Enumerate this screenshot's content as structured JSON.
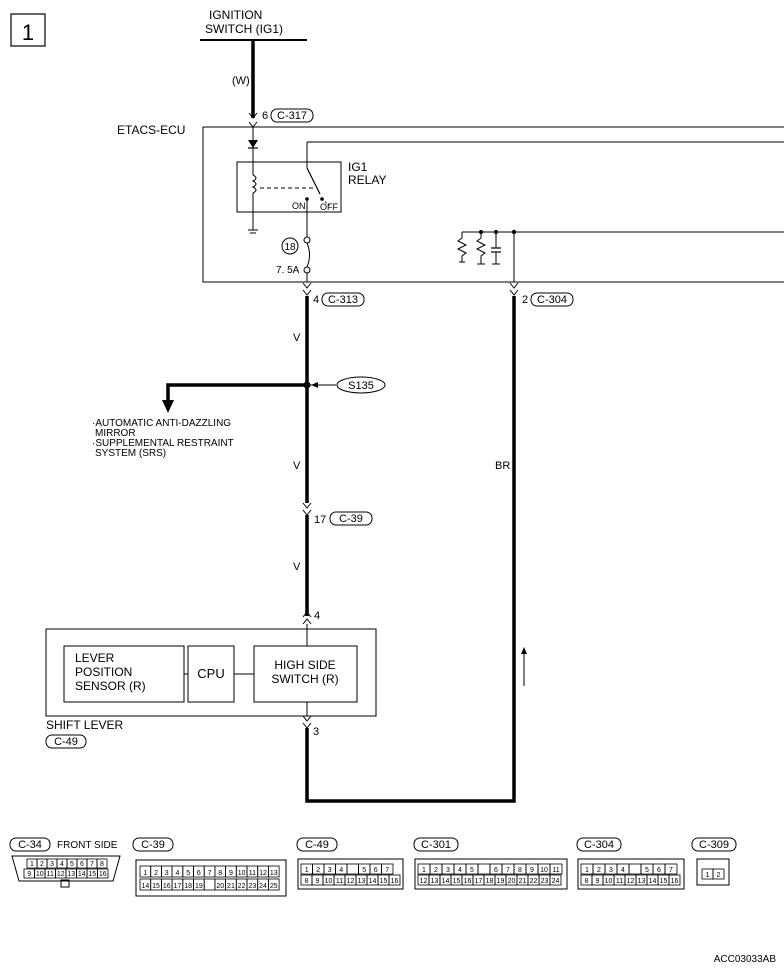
{
  "page_number": "1",
  "ignition_switch": {
    "line1": "IGNITION",
    "line2": "SWITCH (IG1)"
  },
  "wire_colors": {
    "top": "(W)",
    "v1": "V",
    "v2": "V",
    "v3": "V",
    "br": "BR"
  },
  "etacs": {
    "label": "ETACS-ECU"
  },
  "ig1_relay": {
    "line1": "IG1",
    "line2": "RELAY",
    "on": "ON",
    "off": "OFF"
  },
  "fuse": {
    "number": "18",
    "rating": "7. 5A"
  },
  "connector_refs": {
    "c317": {
      "pin": "6",
      "name": "C-317"
    },
    "c313": {
      "pin": "4",
      "name": "C-313"
    },
    "c304": {
      "pin": "2",
      "name": "C-304"
    },
    "c39": {
      "pin": "17",
      "name": "C-39"
    },
    "shift_in": {
      "pin": "4"
    },
    "shift_out": {
      "pin": "3"
    }
  },
  "splice": {
    "name": "S135"
  },
  "branch_targets": {
    "l1": "·AUTOMATIC ANTI-DAZZLING",
    "l2": "MIRROR",
    "l3": "·SUPPLEMENTAL RESTRAINT",
    "l4": "SYSTEM (SRS)"
  },
  "shift_lever": {
    "label": "SHIFT LEVER",
    "connector": "C-49",
    "lever_sensor": {
      "l1": "LEVER",
      "l2": "POSITION",
      "l3": "SENSOR (R)"
    },
    "cpu": "CPU",
    "high_side": {
      "l1": "HIGH SIDE",
      "l2": "SWITCH (R)"
    }
  },
  "connector_views": {
    "c34": {
      "name": "C-34",
      "note": "FRONT SIDE",
      "row1": [
        "1",
        "2",
        "3",
        "4",
        "5",
        "6",
        "7",
        "8"
      ],
      "row2": [
        "9",
        "10",
        "11",
        "12",
        "13",
        "14",
        "15",
        "16"
      ]
    },
    "c39": {
      "name": "C-39",
      "row1": [
        "1",
        "2",
        "3",
        "4",
        "5",
        "6",
        "7",
        "8",
        "9",
        "10",
        "11",
        "12",
        "13"
      ],
      "row2": [
        "14",
        "15",
        "16",
        "17",
        "18",
        "19",
        "",
        "20",
        "21",
        "22",
        "23",
        "24",
        "25"
      ]
    },
    "c49": {
      "name": "C-49",
      "row1": [
        "1",
        "2",
        "3",
        "4",
        "",
        "5",
        "6",
        "7"
      ],
      "row2": [
        "8",
        "9",
        "10",
        "11",
        "12",
        "13",
        "14",
        "15",
        "16"
      ]
    },
    "c301": {
      "name": "C-301",
      "row1": [
        "1",
        "2",
        "3",
        "4",
        "5",
        "",
        "6",
        "7",
        "8",
        "9",
        "10",
        "11"
      ],
      "row2": [
        "12",
        "13",
        "14",
        "15",
        "16",
        "17",
        "18",
        "19",
        "20",
        "21",
        "22",
        "23",
        "24"
      ]
    },
    "c304": {
      "name": "C-304",
      "row1": [
        "1",
        "2",
        "3",
        "4",
        "",
        "5",
        "6",
        "7"
      ],
      "row2": [
        "8",
        "9",
        "10",
        "11",
        "12",
        "13",
        "14",
        "15",
        "16"
      ]
    },
    "c309": {
      "name": "C-309",
      "row1": [
        "1",
        "2"
      ]
    }
  },
  "figure_code": "ACC03033AB"
}
